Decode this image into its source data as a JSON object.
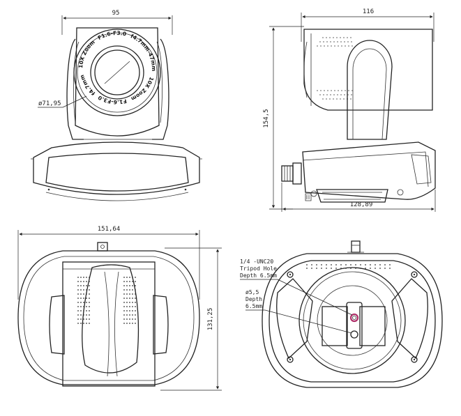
{
  "dimensions": {
    "front_width": "95",
    "lens_diameter": "ø71,95",
    "side_depth": "116",
    "side_height": "154,5",
    "side_base_depth": "128,89",
    "top_width": "151,64",
    "top_depth": "131,25"
  },
  "lens_ring": {
    "zoom": "10X Zoom",
    "aperture": "F1.6-F3.0",
    "focal": "f4.7mm-47mm"
  },
  "bottom_notes": {
    "tripod_line1": "1/4 -UNC20",
    "tripod_line2": "Tripod Hole",
    "tripod_line3": "Depth 6.5mm",
    "pin_line1": "ø5,5",
    "pin_line2": "Depth",
    "pin_line3": "6.5mm"
  },
  "colors": {
    "line": "#222222",
    "accent_ring": "#b0306a"
  }
}
